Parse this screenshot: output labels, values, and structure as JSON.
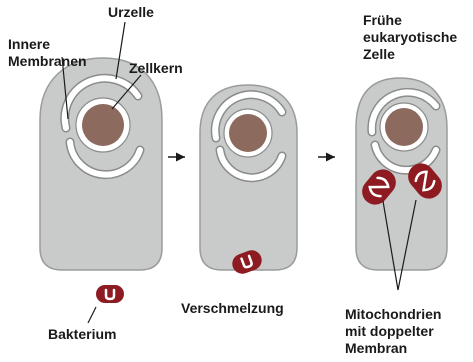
{
  "labels": {
    "urzelle": "Urzelle",
    "innere_membranen": "Innere\nMembranen",
    "zellkern": "Zellkern",
    "bakterium": "Bakterium",
    "verschmelzung": "Verschmelzung",
    "fruehe_zelle": "Frühe\neukaryotische\nZelle",
    "mitochondrien": "Mitochondrien\nmit doppelter\nMembran"
  },
  "colors": {
    "cell_fill": "#c9cbcb",
    "cell_stroke": "#9a9c9c",
    "membrane": "#ffffff",
    "nucleus": "#8c6a5e",
    "bacterium": "#8e1b22",
    "line": "#1a1a1a"
  }
}
